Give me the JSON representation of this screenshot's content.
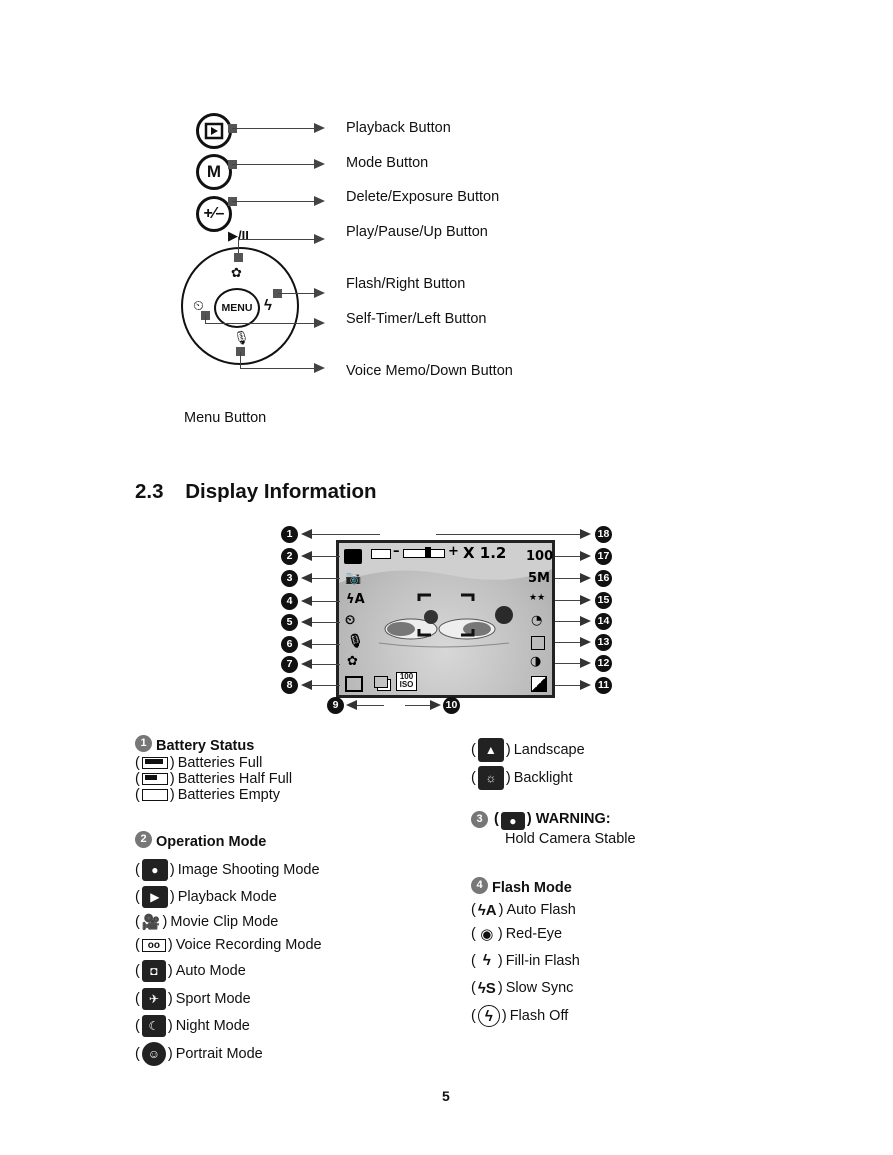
{
  "buttons": {
    "playback": "Playback Button",
    "mode": "Mode Button",
    "delete_exposure": "Delete/Exposure Button",
    "play_pause_up": "Play/Pause/Up Button",
    "flash_right": "Flash/Right Button",
    "self_timer_left": "Self-Timer/Left Button",
    "voice_memo_down": "Voice Memo/Down Button",
    "menu_button": "Menu Button",
    "menu_text": "MENU",
    "mode_letter": "M",
    "play_pause_glyph": "▶/II"
  },
  "section": {
    "number": "2.3",
    "title": "Display Information"
  },
  "screen": {
    "zoom": "X 1.2",
    "iso_count": "100",
    "resolution": "5M",
    "quality": "★★",
    "iso_top": "100",
    "iso_bottom": "ISO",
    "minus": "–",
    "plus": "+",
    "left_nums": [
      "1",
      "2",
      "3",
      "4",
      "5",
      "6",
      "7",
      "8"
    ],
    "right_nums": [
      "18",
      "17",
      "16",
      "15",
      "14",
      "13",
      "12",
      "11"
    ],
    "bottom_nums": [
      "9",
      "10"
    ]
  },
  "legend_left": {
    "battery": {
      "num": "1",
      "title": "Battery Status",
      "items": [
        "Batteries Full",
        "Batteries Half Full",
        "Batteries Empty"
      ]
    },
    "operation": {
      "num": "2",
      "title": "Operation Mode",
      "items": [
        "Image Shooting Mode",
        "Playback Mode",
        "Movie Clip Mode",
        "Voice Recording Mode",
        "Auto Mode",
        "Sport Mode",
        "Night Mode",
        "Portrait Mode"
      ]
    }
  },
  "legend_right": {
    "scene": [
      "Landscape",
      "Backlight"
    ],
    "warning": {
      "num": "3",
      "title": "WARNING:",
      "sub": "Hold Camera Stable"
    },
    "flash": {
      "num": "4",
      "title": "Flash Mode",
      "items": [
        "Auto Flash",
        "Red-Eye",
        "Fill-in Flash",
        "Slow Sync",
        "Flash Off"
      ]
    }
  },
  "page_number": "5"
}
